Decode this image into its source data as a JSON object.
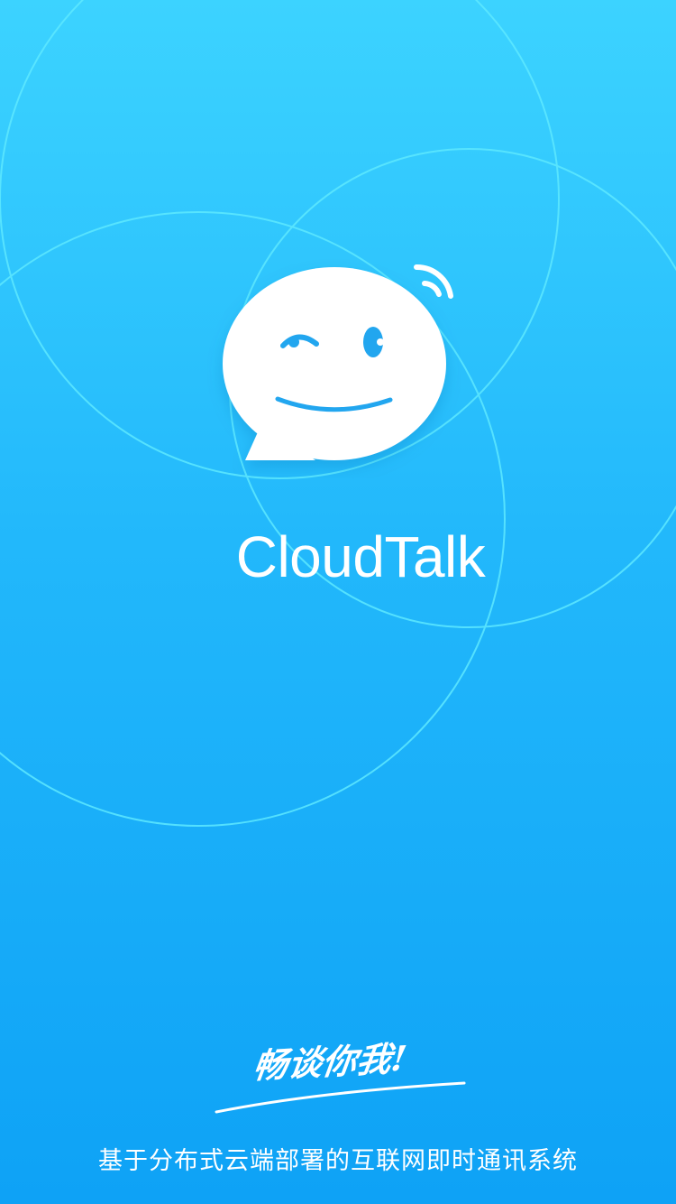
{
  "app": {
    "name": "CloudTalk",
    "slogan": "畅谈你我!",
    "tagline": "基于分布式云端部署的互联网即时通讯系统"
  },
  "logo": {
    "icon": "winking-speech-bubble-icon",
    "signal_icon": "wifi-signal-icon"
  },
  "colors": {
    "background_top": "#3cd3ff",
    "background_bottom": "#0ea2f6",
    "logo_face": "#22a6ef",
    "text": "#ffffff",
    "rings": "#5ee6ff"
  }
}
